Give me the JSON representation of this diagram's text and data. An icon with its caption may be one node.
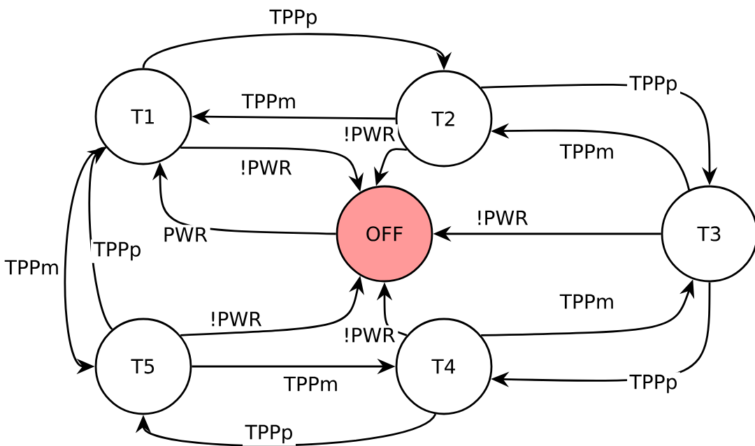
{
  "diagram": {
    "nodes": [
      {
        "text": [
          "T1"
        ]
      },
      {
        "text": [
          "T2"
        ]
      },
      {
        "text": [
          "T3"
        ]
      },
      {
        "text": [
          "OFF"
        ]
      },
      {
        "text": [
          "T5"
        ]
      },
      {
        "text": [
          "T4"
        ]
      }
    ],
    "edges": [
      {
        "from": 0,
        "to": 1,
        "arrow": "to",
        "label": "TPPp"
      },
      {
        "from": 1,
        "to": 0,
        "arrow": "to",
        "label": "TPPm"
      },
      {
        "from": 1,
        "to": 2,
        "arrow": "to",
        "label": "TPPp"
      },
      {
        "from": 2,
        "to": 1,
        "arrow": "to",
        "label": "TPPm"
      },
      {
        "from": 1,
        "to": 3,
        "arrow": "to",
        "label": "!PWR"
      },
      {
        "from": 0,
        "to": 3,
        "arrow": "to",
        "label": "!PWR"
      },
      {
        "from": 3,
        "to": 0,
        "arrow": "to",
        "label": "PWR"
      },
      {
        "from": 2,
        "to": 3,
        "arrow": "to",
        "label": "!PWR"
      },
      {
        "from": 2,
        "to": 5,
        "arrow": "to",
        "label": "TPPp"
      },
      {
        "from": 5,
        "to": 2,
        "arrow": "to",
        "label": "TPPm"
      },
      {
        "from": 5,
        "to": 3,
        "arrow": "to",
        "label": "!PWR"
      },
      {
        "from": 4,
        "to": 3,
        "arrow": "to",
        "label": "!PWR"
      },
      {
        "from": 4,
        "to": 5,
        "arrow": "to",
        "label": "TPPm"
      },
      {
        "from": 5,
        "to": 4,
        "arrow": "to",
        "label": "TPPp"
      },
      {
        "from": 0,
        "to": 4,
        "arrow": "to",
        "label": "TPPm"
      },
      {
        "from": 4,
        "to": 0,
        "arrow": "to",
        "label": "TPPp"
      }
    ]
  }
}
